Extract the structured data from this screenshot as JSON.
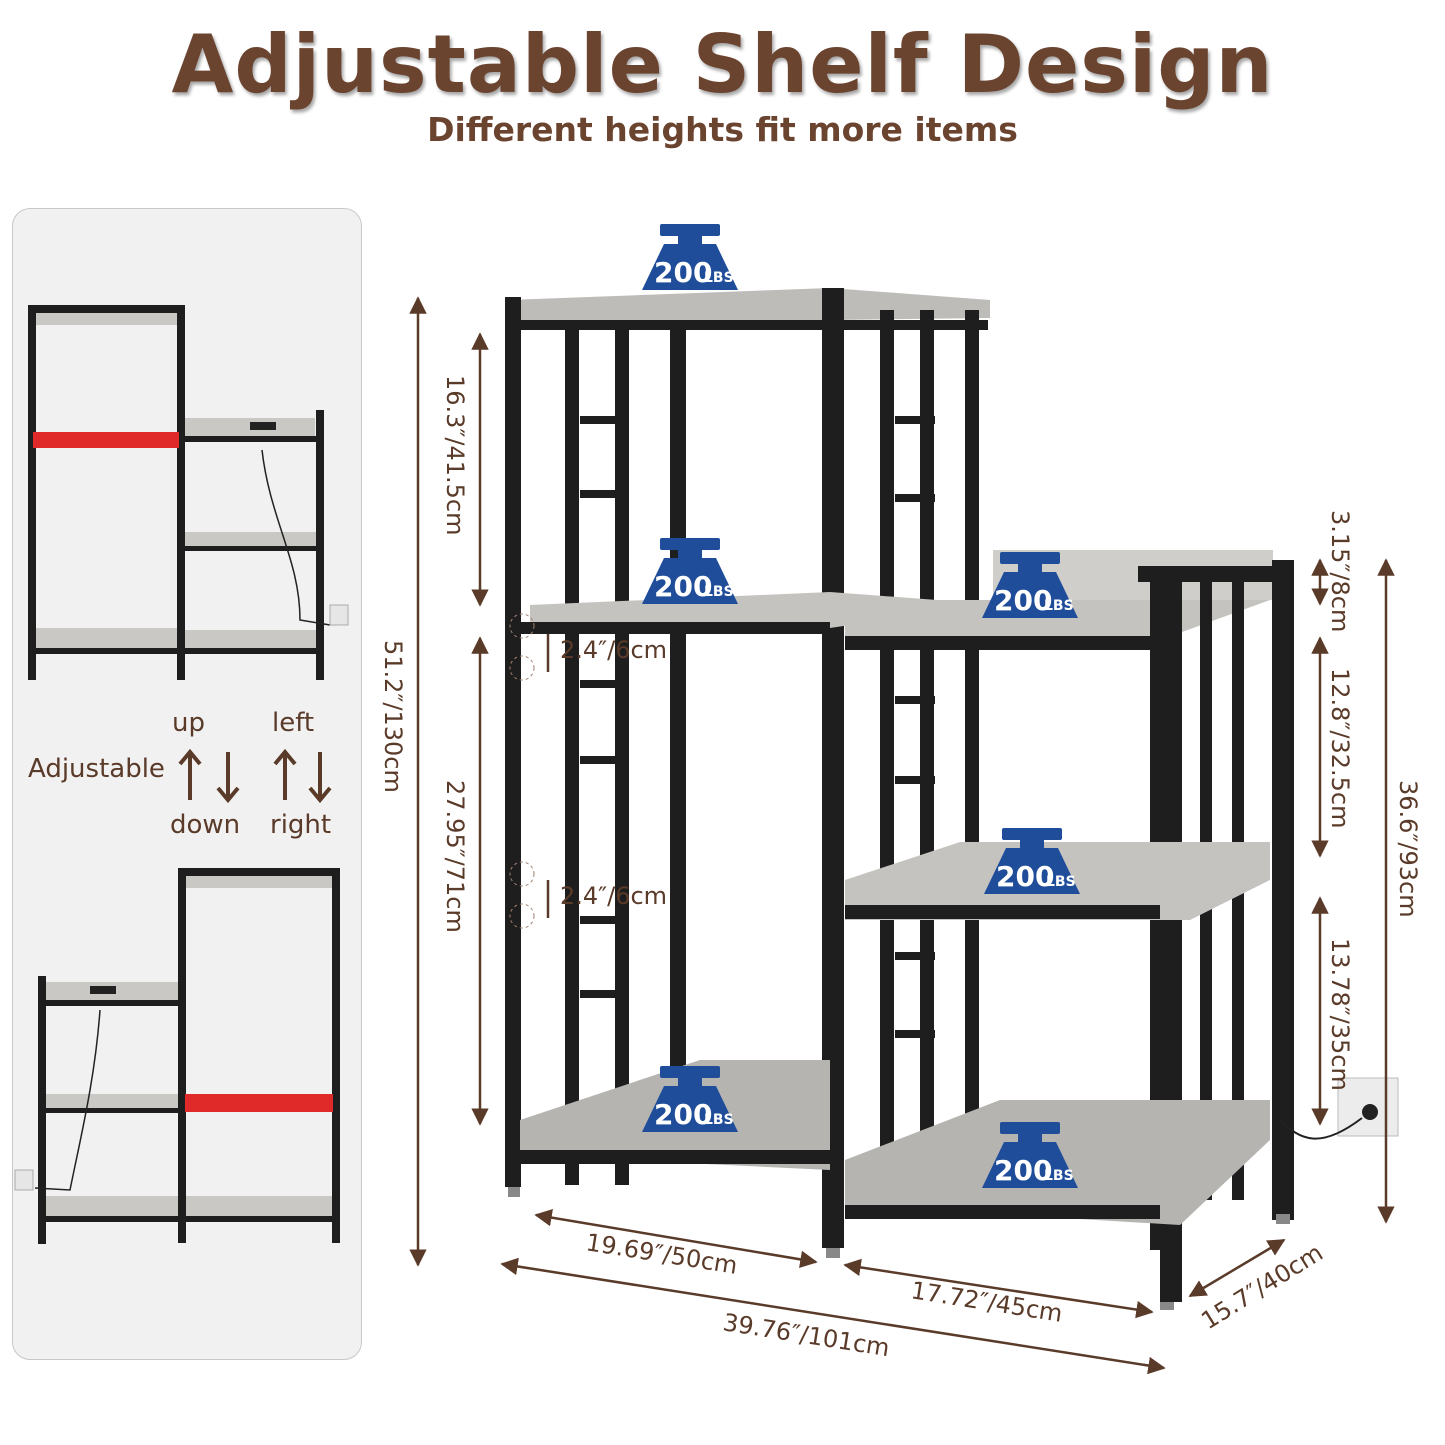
{
  "header": {
    "title": "Adjustable Shelf Design",
    "subtitle": "Different heights fit more items"
  },
  "adjust_legend": {
    "label": "Adjustable",
    "up": "up",
    "down": "down",
    "left": "left",
    "right": "right"
  },
  "load_badge": {
    "value": "200",
    "unit": "LBS"
  },
  "dimensions": {
    "total_height": "51.2″/130cm",
    "top_section": "16.3″/41.5cm",
    "lower_left": "27.95″/71cm",
    "hole_gap_1": "2.4″/6cm",
    "hole_gap_2": "2.4″/6cm",
    "guardrail": "3.15″/8cm",
    "right_upper": "12.8″/32.5cm",
    "right_lower": "13.78″/35cm",
    "right_height": "36.6″/93cm",
    "left_width": "19.69″/50cm",
    "right_width": "17.72″/45cm",
    "total_width": "39.76″/101cm",
    "depth": "15.7″/40cm"
  },
  "colors": {
    "title": "#6b4430",
    "frame": "#1e1e1e",
    "board": "#bdbcb8",
    "badge": "#1f4d9a",
    "highlight": "#e02a2a",
    "dimension": "#5a3a28"
  }
}
